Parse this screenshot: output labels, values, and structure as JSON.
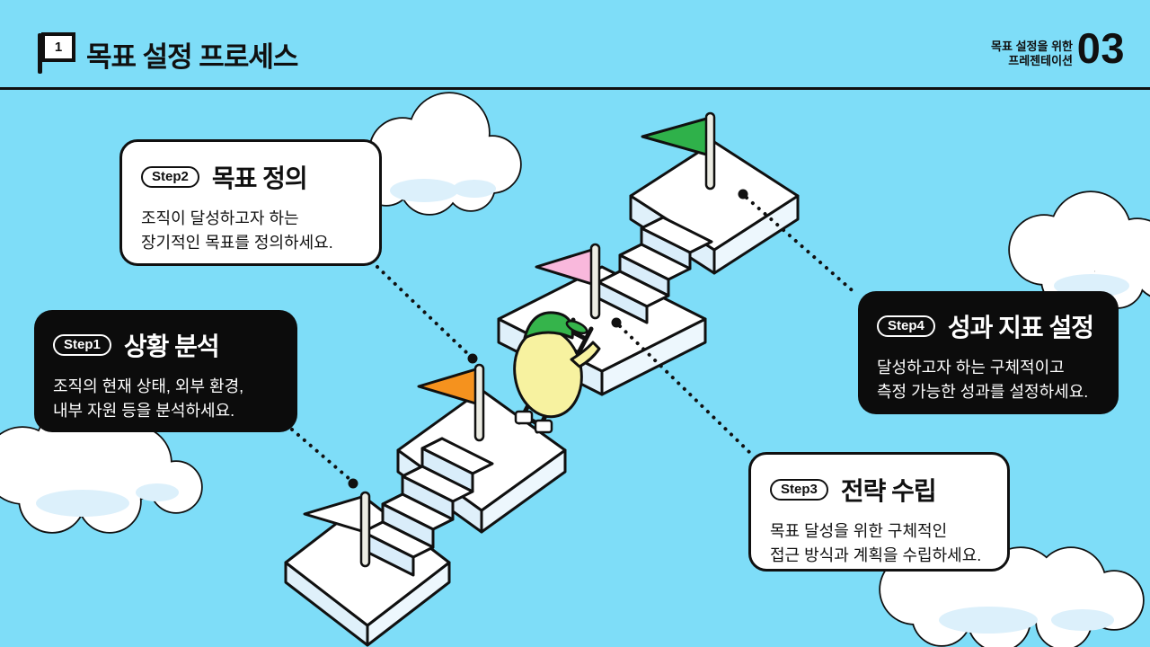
{
  "header": {
    "number_badge": "1",
    "title": "목표 설정 프로세스",
    "meta_line1": "목표 설정을 위한",
    "meta_line2": "프레젠테이션",
    "page_number": "03"
  },
  "steps": [
    {
      "badge": "Step1",
      "title": "상황 분석",
      "desc_line1": "조직의 현재 상태, 외부 환경,",
      "desc_line2": "내부 자원 등을 분석하세요.",
      "style": "dark"
    },
    {
      "badge": "Step2",
      "title": "목표 정의",
      "desc_line1": "조직이 달성하고자 하는",
      "desc_line2": "장기적인 목표를 정의하세요.",
      "style": "light"
    },
    {
      "badge": "Step3",
      "title": "전략 수립",
      "desc_line1": "목표 달성을 위한 구체적인",
      "desc_line2": "접근 방식과 계획을 수립하세요.",
      "style": "light"
    },
    {
      "badge": "Step4",
      "title": "성과 지표 설정",
      "desc_line1": "달성하고자 하는 구체적이고",
      "desc_line2": "측정 가능한 성과를 설정하세요.",
      "style": "dark"
    }
  ],
  "colors": {
    "sky": "#7EDDF8",
    "ink": "#101010",
    "flag_step1": "#FFFFFF",
    "flag_step2": "#F5921E",
    "flag_step3": "#F9B8DC",
    "flag_step4": "#2FB14A",
    "character_body": "#F7F2A0",
    "character_cap": "#35B44B"
  }
}
